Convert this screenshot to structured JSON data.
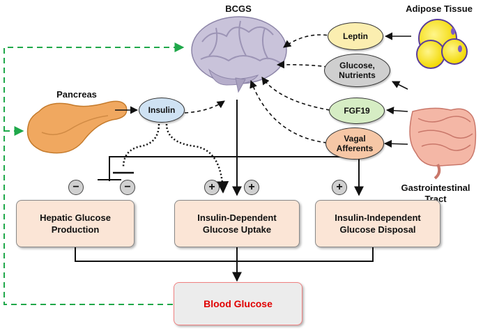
{
  "labels": {
    "bcgs": "BCGS",
    "adipose": "Adipose Tissue",
    "pancreas": "Pancreas",
    "gi_line1": "Gastrointestinal",
    "gi_line2": "Tract"
  },
  "signals": {
    "leptin": "Leptin",
    "glucose_nutrients": "Glucose,\nNutrients",
    "fgf19": "FGF19",
    "vagal": "Vagal\nAfferents",
    "insulin": "Insulin"
  },
  "boxes": {
    "hepatic": "Hepatic Glucose\nProduction",
    "insulin_dependent": "Insulin-Dependent\nGlucose Uptake",
    "insulin_independent": "Insulin-Independent\nGlucose Disposal",
    "blood_glucose": "Blood Glucose"
  },
  "signs": {
    "minus": "−",
    "plus": "+"
  },
  "colors": {
    "leptin": "#fbeeb0",
    "glucose": "#cfcfcf",
    "fgf19": "#d6edc4",
    "vagal": "#f6c7a6",
    "insulin": "#cfe2f3",
    "box_fill": "#fbe5d6",
    "blood_glucose_text": "#e00000",
    "blood_glucose_border": "#f08080",
    "feedback_line": "#1fa84a"
  }
}
